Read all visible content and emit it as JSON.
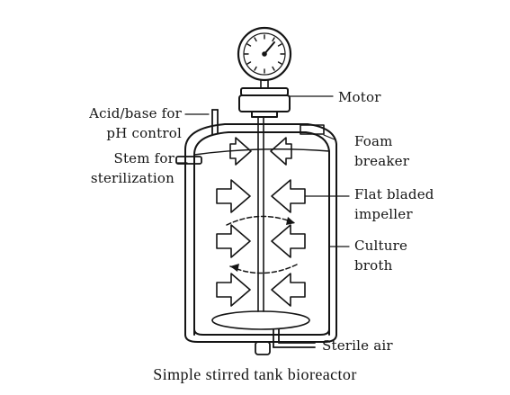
{
  "labels": {
    "motor": "Motor",
    "acid_base_line1": "Acid/base for",
    "acid_base_line2": "pH control",
    "foam_line1": "Foam",
    "foam_line2": "breaker",
    "stem_line1": "Stem for",
    "stem_line2": "sterilization",
    "impeller_line1": "Flat bladed",
    "impeller_line2": "impeller",
    "culture_line1": "Culture",
    "culture_line2": "broth",
    "sterile_air": "Sterile air"
  },
  "caption": "Simple stirred tank bioreactor",
  "colors": {
    "ink": "#141414",
    "background": "#ffffff"
  }
}
